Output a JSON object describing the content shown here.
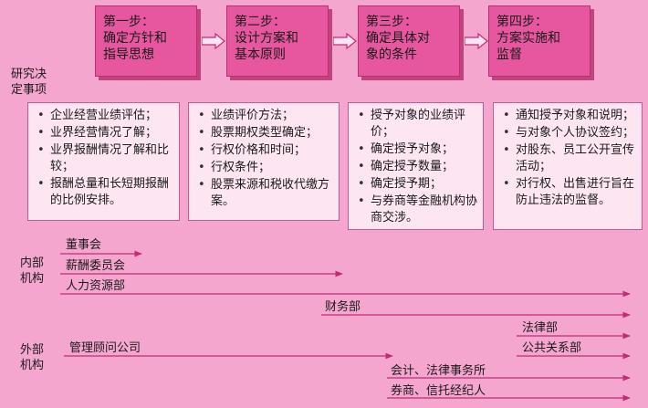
{
  "steps": [
    {
      "line1": "第一步：",
      "line2": "确定方针和",
      "line3": "指导思想"
    },
    {
      "line1": "第二步：",
      "line2": "设计方案和",
      "line3": "基本原则"
    },
    {
      "line1": "第三步：",
      "line2": "确定具体对",
      "line3": "象的条件"
    },
    {
      "line1": "第四步：",
      "line2": "方案实施和",
      "line3": "监督"
    }
  ],
  "side_label_research": {
    "line1": "研究决",
    "line2": "定事项"
  },
  "boxes": [
    {
      "items": [
        "企业经营业绩评估；",
        "业界经营情况了解；",
        "业界报酬情况了解和比较；",
        "报酬总量和长短期报酬的比例安排。"
      ]
    },
    {
      "items": [
        "业绩评价方法；",
        "股票期权类型确定；",
        "行权价格和时间；",
        "行权条件；",
        "股票来源和税收代缴方案。"
      ]
    },
    {
      "items": [
        "授予对象的业绩评价；",
        "确定授予对象；",
        "确定授予数量；",
        "确定授予期；",
        "与券商等金融机构协商交涉。"
      ]
    },
    {
      "items": [
        "通知授予对象和说明；",
        "与对象个人协议签约；",
        "对股东、员工公开宣传活动；",
        "对行权、出售进行旨在防止违法的监督。"
      ]
    }
  ],
  "internal_label": {
    "line1": "内部",
    "line2": "机构"
  },
  "external_label": {
    "line1": "外部",
    "line2": "机构"
  },
  "internal_orgs": [
    {
      "name": "董事会"
    },
    {
      "name": "薪酬委员会"
    },
    {
      "name": "人力资源部"
    },
    {
      "name": "财务部"
    }
  ],
  "external_orgs": [
    {
      "name": "法律部"
    },
    {
      "name": "公共关系部"
    },
    {
      "name": "管理顾问公司"
    },
    {
      "name": "会计、法律事务所"
    },
    {
      "name": "券商、信托经纪人"
    }
  ],
  "colors": {
    "background": "#f4a6cf",
    "step_fill": "#e6579f",
    "box_fill": "#fde6f1",
    "line": "#c42b73"
  }
}
